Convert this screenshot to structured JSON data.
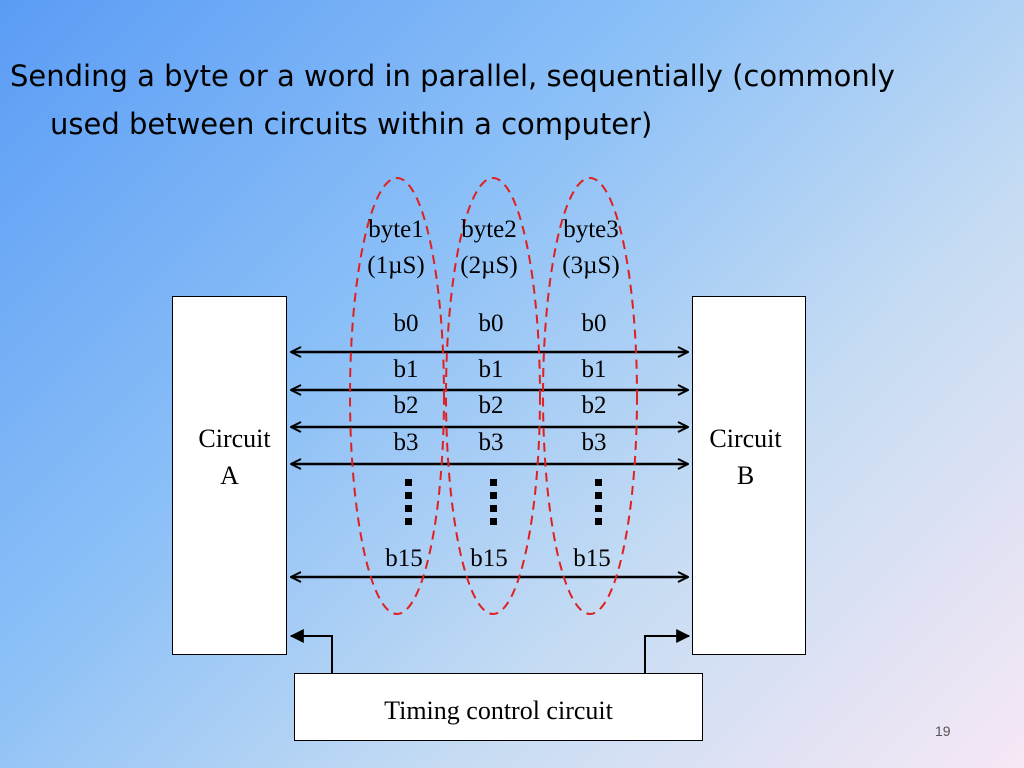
{
  "slide": {
    "title_line1": "Sending a byte or a word in parallel, sequentially (commonly",
    "title_line2": "used between circuits within a computer)",
    "page_number": "19"
  },
  "diagram": {
    "circuit_a": {
      "line1": "Circuit",
      "line2": "A"
    },
    "circuit_b": {
      "line1": "Circuit",
      "line2": "B"
    },
    "timing": "Timing control circuit",
    "bytes": [
      {
        "name": "byte1",
        "time": "(1µS)"
      },
      {
        "name": "byte2",
        "time": "(2µS)"
      },
      {
        "name": "byte3",
        "time": "(3µS)"
      }
    ],
    "bits": [
      "b0",
      "b1",
      "b2",
      "b3",
      "b15"
    ],
    "colors": {
      "group_outline": "#e02020",
      "line": "#000000"
    }
  }
}
